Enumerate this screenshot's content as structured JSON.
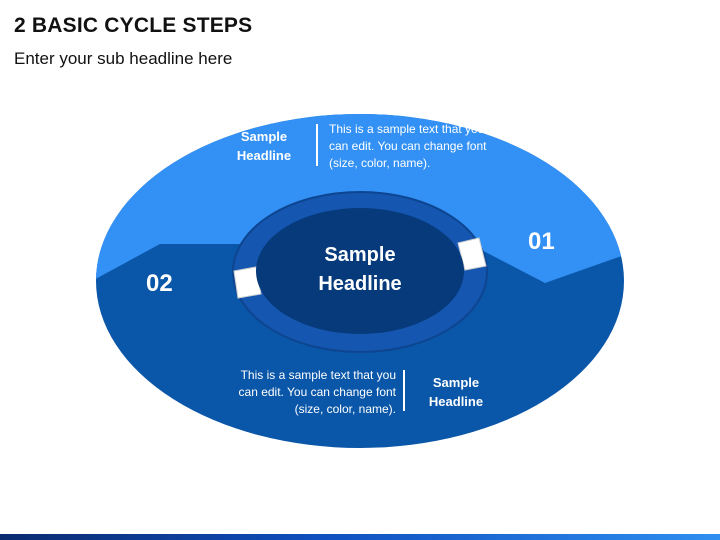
{
  "header": {
    "title": "2 BASIC CYCLE STEPS",
    "subtitle": "Enter your sub headline here"
  },
  "colors": {
    "top_segment": "#3391f5",
    "bottom_segment": "#0a56a8",
    "inner_ring": "#1556b0",
    "center": "#063a7a",
    "arrow_connector": "#ffffff"
  },
  "diagram": {
    "center": {
      "headline": "Sample Headline"
    },
    "steps": [
      {
        "number": "01",
        "headline": "Sample Headline",
        "text": "This is a sample text that you can edit. You can change font (size, color, name)."
      },
      {
        "number": "02",
        "headline": "Sample Headline",
        "text": "This is a sample text that you can edit. You can change font (size, color, name)."
      }
    ]
  }
}
